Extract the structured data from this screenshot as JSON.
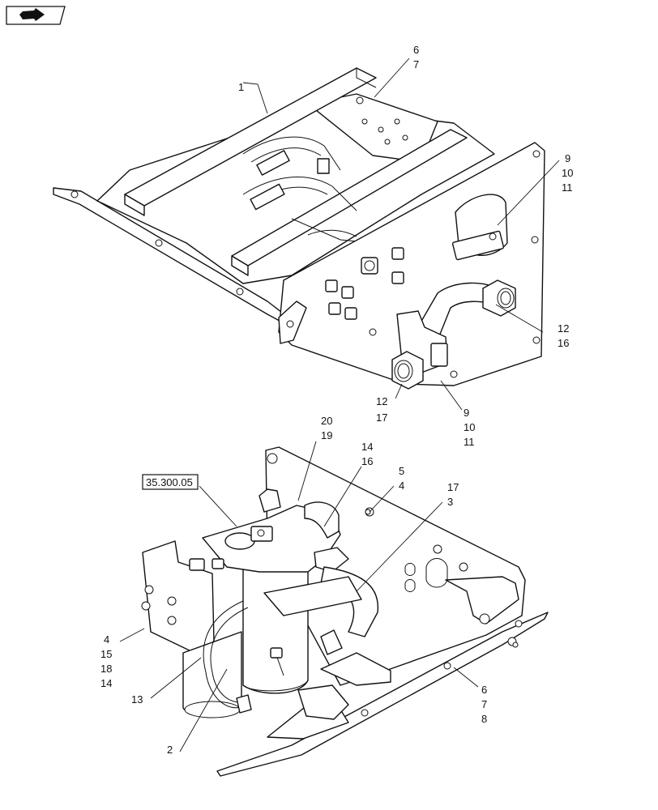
{
  "nav": {
    "icon": "next-page-arrow-icon"
  },
  "reference": {
    "label": "35.300.05"
  },
  "upper_assembly": {
    "callouts": {
      "c1": "1",
      "c6": "6",
      "c7": "7",
      "c9a": "9",
      "c10a": "10",
      "c11a": "11",
      "c12a": "12",
      "c16a": "16",
      "c12b": "12",
      "c17a": "17",
      "c9b": "9",
      "c10b": "10",
      "c11b": "11"
    }
  },
  "lower_assembly": {
    "callouts": {
      "c20": "20",
      "c19": "19",
      "c14a": "14",
      "c16": "16",
      "c5": "5",
      "c4a": "4",
      "c17": "17",
      "c3": "3",
      "c4b": "4",
      "c15": "15",
      "c18": "18",
      "c14b": "14",
      "c13": "13",
      "c2": "2",
      "c6": "6",
      "c7": "7",
      "c8": "8"
    }
  },
  "colors": {
    "line": "#111111",
    "background": "#ffffff"
  }
}
